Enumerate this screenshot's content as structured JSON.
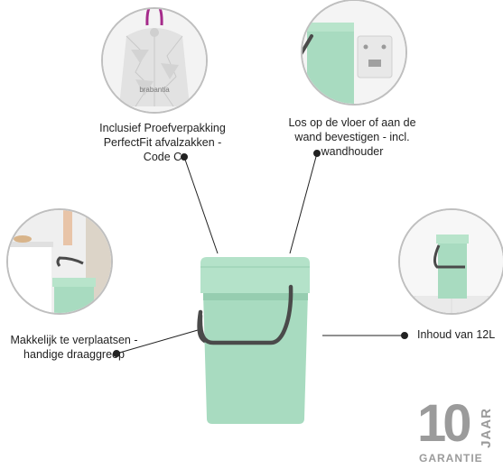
{
  "features": {
    "bags": {
      "lines": [
        "Inclusief Proefverpakking",
        "PerfectFit afvalzakken -",
        "Code C"
      ],
      "photo_brand": "brabantia"
    },
    "wall": {
      "lines": [
        "Los op de vloer of aan de",
        "wand bevestigen - incl.",
        "wandhouder"
      ]
    },
    "handle": {
      "lines": [
        "Makkelijk te verplaatsen -",
        "handige draaggreep"
      ]
    },
    "volume": {
      "lines": [
        "Inhoud van 12L"
      ]
    }
  },
  "warranty": {
    "number": "10",
    "unit": "JAAR",
    "label": "GARANTIE"
  },
  "colors": {
    "bin": "#a8dbc0",
    "bin_shade": "#93cbad",
    "handle": "#4a4a4a",
    "warranty": "#9b9b9b",
    "leader": "#222222"
  }
}
